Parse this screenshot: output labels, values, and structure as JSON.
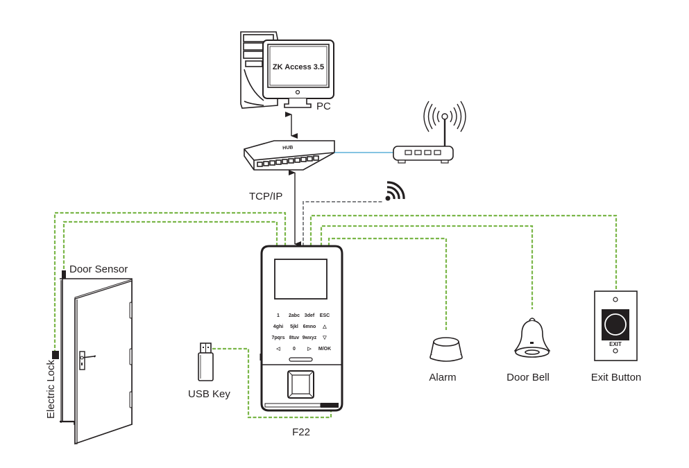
{
  "diagram": {
    "title": "F22 Access Control Wiring Diagram",
    "colors": {
      "wire_green": "#7ab648",
      "wire_gray": "#808285",
      "network_blue": "#3ba0d0",
      "outline": "#231f20"
    },
    "nodes": {
      "pc": {
        "label": "PC",
        "screen_text": "ZK Access 3.5"
      },
      "hub": {
        "label": "HUB"
      },
      "router": {
        "label": ""
      },
      "wifi": {
        "label": ""
      },
      "device": {
        "label": "F22",
        "keypad": [
          [
            "1",
            "2abc",
            "3def",
            "ESC"
          ],
          [
            "4ghi",
            "5jkl",
            "6mno",
            "△"
          ],
          [
            "7pqrs",
            "8tuv",
            "9wxyz",
            "▽"
          ],
          [
            "◁",
            "0",
            "▷",
            "M/OK"
          ]
        ]
      },
      "door_sensor": {
        "label": "Door Sensor"
      },
      "electric_lock": {
        "label": "Electric Lock"
      },
      "usb_key": {
        "label": "USB Key"
      },
      "alarm": {
        "label": "Alarm"
      },
      "door_bell": {
        "label": "Door Bell"
      },
      "exit_button": {
        "label": "Exit Button",
        "face_text": "EXIT"
      }
    },
    "connections": {
      "tcpip": {
        "label": "TCP/IP"
      }
    }
  }
}
